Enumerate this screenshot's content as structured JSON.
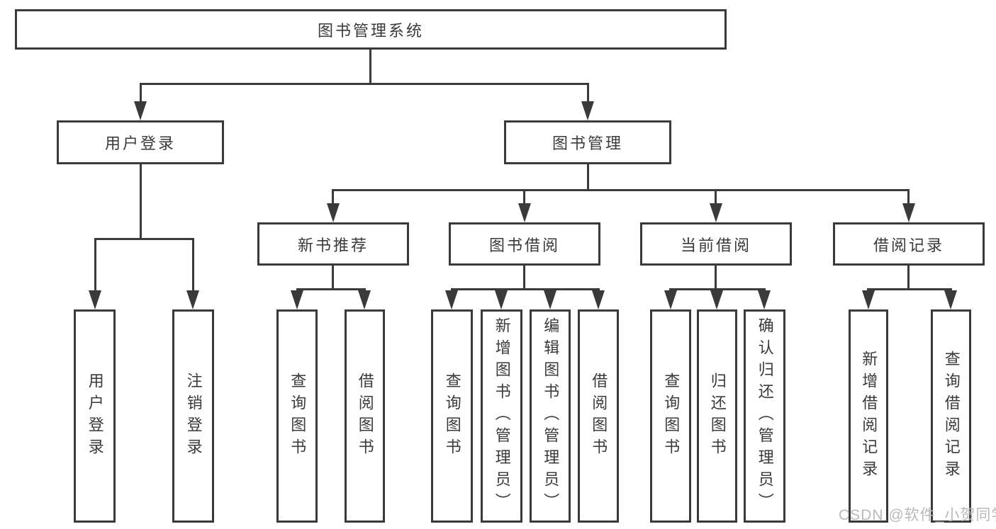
{
  "diagram": {
    "root": {
      "label": "图书管理系统"
    },
    "level2": {
      "user_login": {
        "label": "用户登录"
      },
      "book_management": {
        "label": "图书管理"
      }
    },
    "level3": {
      "new_book_recommend": {
        "label": "新书推荐"
      },
      "book_borrowing": {
        "label": "图书借阅"
      },
      "current_borrowing": {
        "label": "当前借阅"
      },
      "borrowing_records": {
        "label": "借阅记录"
      }
    },
    "leaves": {
      "user_login": [
        "用户登录",
        "注销登录"
      ],
      "new_book_recommend": [
        "查询图书",
        "借阅图书"
      ],
      "book_borrowing": [
        "查询图书",
        "新增图书（管理员）",
        "编辑图书（管理员）",
        "借阅图书"
      ],
      "current_borrowing": [
        "查询图书",
        "归还图书",
        "确认归还（管理员）"
      ],
      "borrowing_records": [
        "新增借阅记录",
        "查询借阅记录"
      ]
    }
  },
  "watermark": {
    "text": "CSDN @软件_小贺同学"
  },
  "colors": {
    "line": "#3a3a3a",
    "text": "#3a3a3a",
    "watermark": "#b9b9b9",
    "background": "#ffffff"
  }
}
